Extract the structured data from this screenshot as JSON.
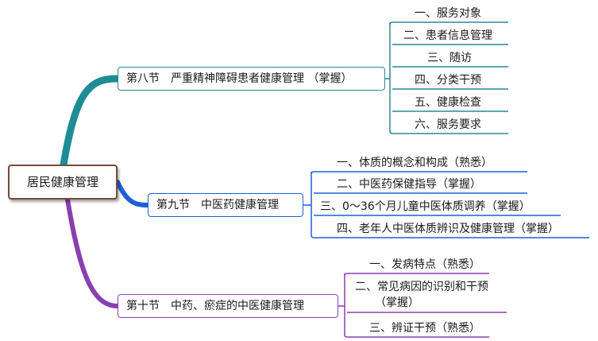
{
  "root": "居民健康管理",
  "sections": [
    {
      "title": "第八节　严重精神障碍患者健康管理 （掌握）",
      "color": "#2a8a95",
      "items": [
        "一、服务对象",
        "二、患者信息管理",
        "三、随访",
        "四、分类干预",
        "五、健康检查",
        "六、服务要求"
      ]
    },
    {
      "title": "第九节　中医药健康管理",
      "color": "#1f5fd6",
      "items": [
        "一、体质的概念和构成（熟悉）",
        "二、中医药保健指导（掌握）",
        "三、0～36个月儿童中医体质调养（掌握）",
        "四、老年人中医体质辨识及健康管理（掌握）"
      ]
    },
    {
      "title": "第十节　中药、瘀症的中医健康管理",
      "color": "#8a3fb0",
      "items": [
        "一、发病特点（熟悉）",
        "二、常见病因的识别和干预",
        "（掌握）",
        "三、辨证干预（熟悉）"
      ]
    }
  ]
}
